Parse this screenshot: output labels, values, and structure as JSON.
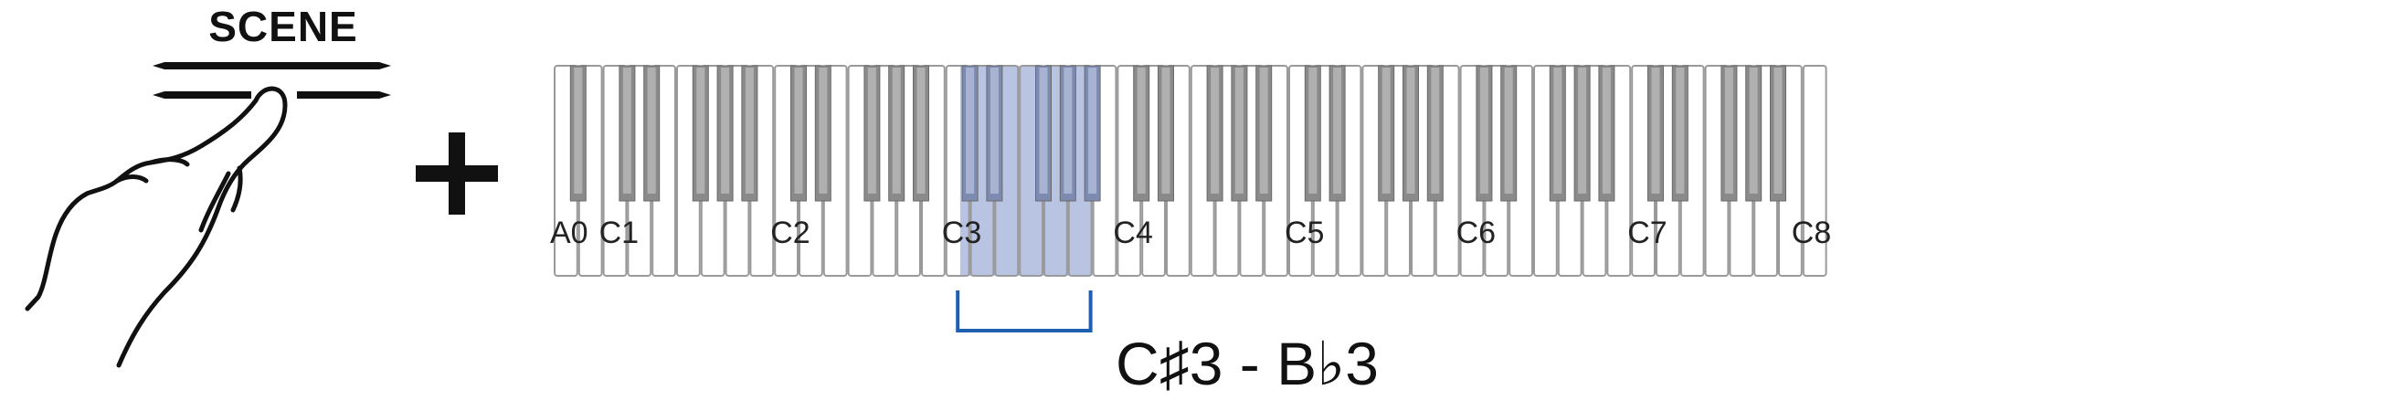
{
  "scene_button": {
    "label": "SCENE"
  },
  "plus_sign": "+",
  "keyboard": {
    "first_key": "A0",
    "last_key": "C8",
    "white_key_count": 52,
    "labels": [
      "A0",
      "C1",
      "C2",
      "C3",
      "C4",
      "C5",
      "C6",
      "C7",
      "C8"
    ],
    "highlighted_range": {
      "from": "C#3",
      "to": "B♭3",
      "label": "C♯3 - B♭3"
    },
    "colors": {
      "highlight": "#b9c4e2",
      "white_key_border": "#9a9a9a",
      "black_key": "#8a8a8a",
      "bracket": "#1f5fb0"
    }
  },
  "icons": [
    "hand-press-icon",
    "plus-icon",
    "scene-button-icon"
  ]
}
